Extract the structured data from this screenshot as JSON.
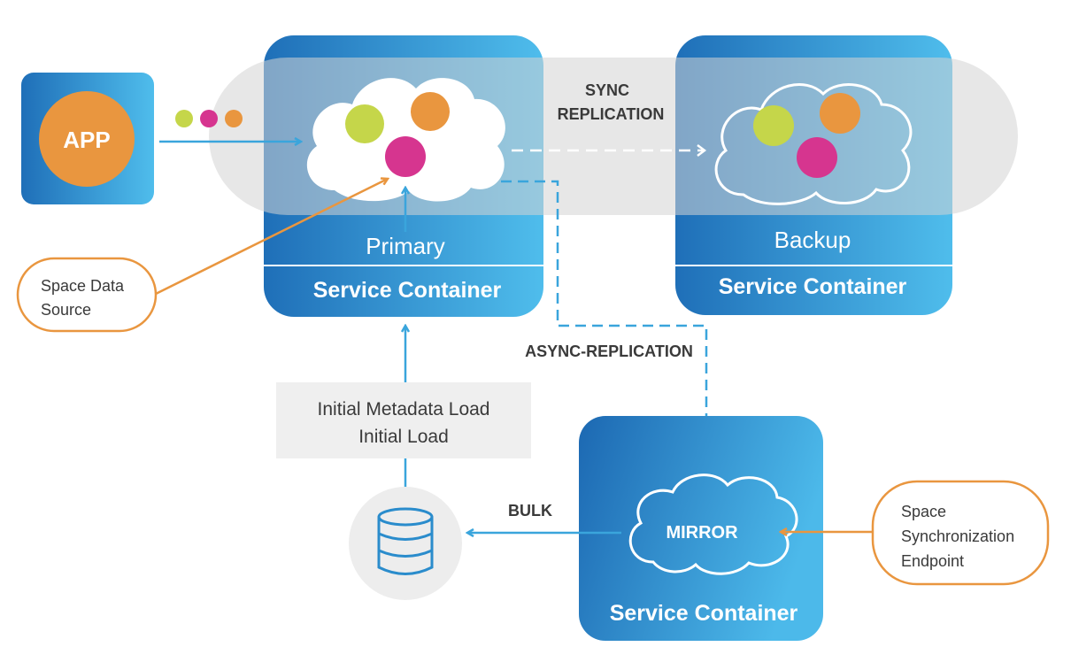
{
  "colors": {
    "blue_dark": "#1f6fb8",
    "blue_light": "#4db8ea",
    "arrow_blue": "#3aa5dc",
    "orange": "#e9963f",
    "green": "#c5d64a",
    "magenta": "#d6358f",
    "band_gray": "#dcdcdc",
    "text_dark": "#3a3a3a"
  },
  "app": {
    "label": "APP"
  },
  "primary": {
    "role": "Primary",
    "container": "Service Container"
  },
  "backup": {
    "role": "Backup",
    "container": "Service Container"
  },
  "mirror": {
    "label": "MIRROR",
    "container": "Service Container"
  },
  "sync": {
    "line1": "SYNC",
    "line2": "REPLICATION"
  },
  "async": {
    "label": "ASYNC-REPLICATION"
  },
  "bulk": {
    "label": "BULK"
  },
  "initial_load": {
    "line1": "Initial Metadata Load",
    "line2": "Initial Load"
  },
  "space_data_source": {
    "line1": "Space Data",
    "line2": "Source"
  },
  "sync_endpoint": {
    "line1": "Space",
    "line2": "Synchronization",
    "line3": "Endpoint"
  },
  "icons": {
    "database": "database-icon",
    "cloud": "cloud-icon"
  }
}
